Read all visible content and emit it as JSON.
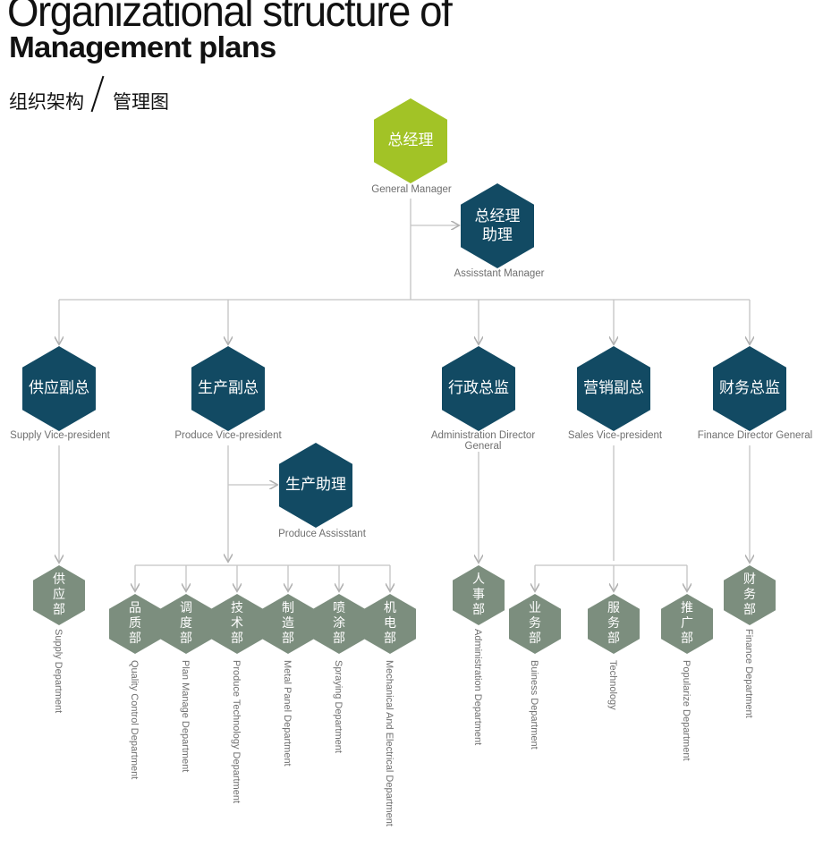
{
  "header": {
    "title_line1": "Organizational structure of",
    "title_line2": "Management plans",
    "cn_left": "组织架构",
    "cn_right": "管理图"
  },
  "colors": {
    "top": "#a2c326",
    "management": "#124a63",
    "department": "#7c8e7e",
    "connector": "#bdbdbd"
  },
  "top": {
    "gm": {
      "cn": "总经理",
      "en": "General Manager"
    },
    "am": {
      "cn_line1": "总经理",
      "cn_line2": "助理",
      "en": "Assisstant Manager"
    }
  },
  "vps": [
    {
      "cn": "供应副总",
      "en": "Supply Vice-president"
    },
    {
      "cn": "生产副总",
      "en": "Produce Vice-president"
    },
    {
      "cn": "行政总监",
      "en_line1": "Administration Director",
      "en_line2": "General"
    },
    {
      "cn": "营销副总",
      "en": "Sales Vice-president"
    },
    {
      "cn": "财务总监",
      "en": "Finance Director General"
    }
  ],
  "produce_assistant": {
    "cn": "生产助理",
    "en": "Produce Assisstant"
  },
  "departments": [
    {
      "cn": [
        "供",
        "应",
        "部"
      ],
      "en": "Supply Department"
    },
    {
      "cn": [
        "品",
        "质",
        "部"
      ],
      "en": "Quality Control Department"
    },
    {
      "cn": [
        "调",
        "度",
        "部"
      ],
      "en": "Plan Manage Department"
    },
    {
      "cn": [
        "技",
        "术",
        "部"
      ],
      "en": "Produce Technology Department"
    },
    {
      "cn": [
        "制",
        "造",
        "部"
      ],
      "en": "Metal Panel Department"
    },
    {
      "cn": [
        "喷",
        "涂",
        "部"
      ],
      "en": "Spraying Department"
    },
    {
      "cn": [
        "机",
        "电",
        "部"
      ],
      "en": "Mechanical And Electrical Department"
    },
    {
      "cn": [
        "人",
        "事",
        "部"
      ],
      "en": "Administration Department"
    },
    {
      "cn": [
        "业",
        "务",
        "部"
      ],
      "en": "Buiness Department"
    },
    {
      "cn": [
        "服",
        "务",
        "部"
      ],
      "en": "Technology"
    },
    {
      "cn": [
        "推",
        "广",
        "部"
      ],
      "en": "Popularize Department"
    },
    {
      "cn": [
        "财",
        "务",
        "部"
      ],
      "en": "Finance Department"
    }
  ]
}
